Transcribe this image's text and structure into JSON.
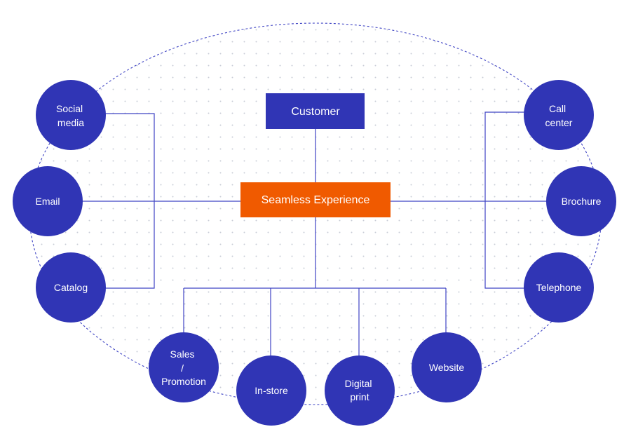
{
  "colors": {
    "node": "#3035b5",
    "customer_box": "#3035b5",
    "center_box": "#f05a00",
    "connector": "#3f44c4",
    "dots": "#c9ccd6"
  },
  "customer": {
    "label": "Customer"
  },
  "center": {
    "label": "Seamless Experience"
  },
  "channels": {
    "social_media": [
      "Social",
      "media"
    ],
    "email": [
      "Email"
    ],
    "catalog": [
      "Catalog"
    ],
    "call_center": [
      "Call",
      "center"
    ],
    "brochure": [
      "Brochure"
    ],
    "telephone": [
      "Telephone"
    ],
    "sales_promotion": [
      "Sales",
      "/",
      "Promotion"
    ],
    "in_store": [
      "In-store"
    ],
    "digital_print": [
      "Digital",
      "print"
    ],
    "website": [
      "Website"
    ]
  }
}
